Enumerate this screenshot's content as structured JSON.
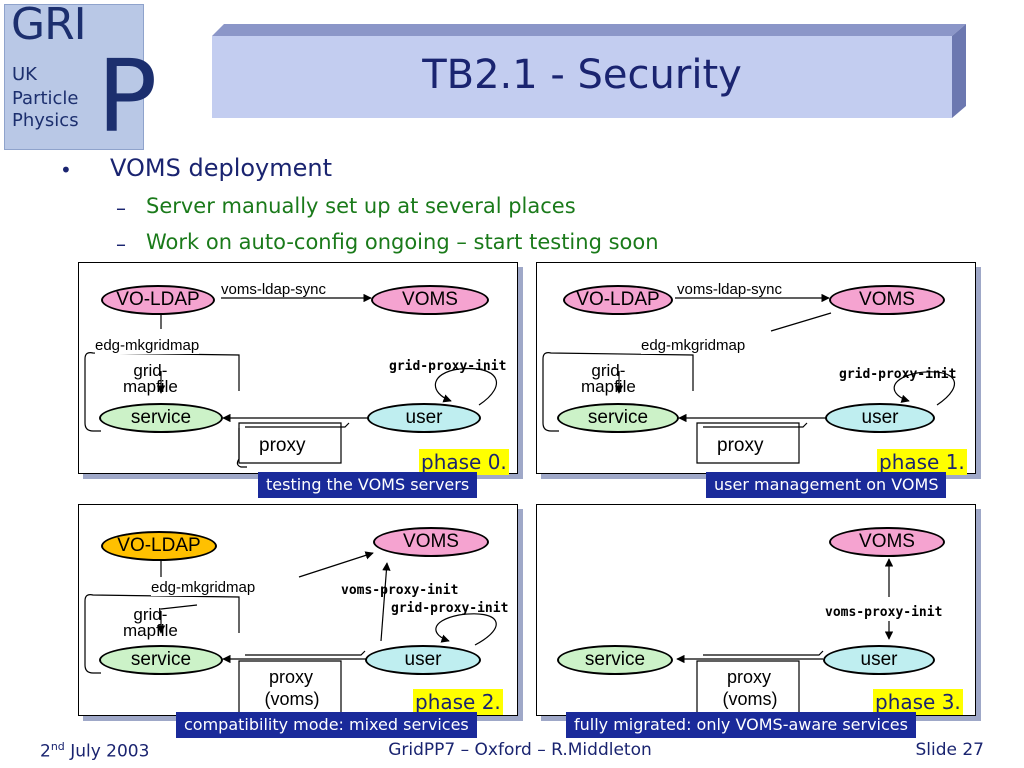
{
  "logo": {
    "word": "GRI",
    "letter": "P",
    "line1": "UK",
    "line2": "Particle",
    "line3": "Physics"
  },
  "title": "TB2.1 - Security",
  "bullets": {
    "b1": "VOMS deployment",
    "b2": "Server manually set up at several places",
    "b3": "Work on auto-config ongoing – start testing soon",
    "dot": "•",
    "dash": "–"
  },
  "panels": [
    {
      "vo_ldap": "VO-LDAP",
      "voms": "VOMS",
      "sync": "voms-ldap-sync",
      "mkgrid": "edg-mkgridmap",
      "gridmap": "grid-\nmapfile",
      "gpi": "grid-proxy-init",
      "service": "service",
      "user": "user",
      "proxy": "proxy",
      "phase": "phase 0.",
      "caption": "testing the VOMS servers"
    },
    {
      "vo_ldap": "VO-LDAP",
      "voms": "VOMS",
      "sync": "voms-ldap-sync",
      "mkgrid": "edg-mkgridmap",
      "gridmap": "grid-\nmapfile",
      "gpi": "grid-proxy-init",
      "service": "service",
      "user": "user",
      "proxy": "proxy",
      "phase": "phase 1.",
      "caption": "user management on VOMS"
    },
    {
      "vo_ldap": "VO-LDAP",
      "voms": "VOMS",
      "mkgrid": "edg-mkgridmap",
      "vpi": "voms-proxy-init",
      "gridmap": "grid-\nmapfile",
      "gpi": "grid-proxy-init",
      "service": "service",
      "user": "user",
      "proxy": "proxy",
      "proxy2": "(voms)",
      "phase": "phase 2.",
      "caption": "compatibility mode: mixed services"
    },
    {
      "voms": "VOMS",
      "vpi": "voms-proxy-init",
      "service": "service",
      "user": "user",
      "proxy": "proxy",
      "proxy2": "(voms)",
      "phase": "phase 3.",
      "caption": "fully migrated: only VOMS-aware services"
    }
  ],
  "footer": {
    "date_day": "2",
    "date_sup": "nd",
    "date_rest": " July 2003",
    "center": "GridPP7 – Oxford – R.Middleton",
    "right": "Slide 27"
  }
}
